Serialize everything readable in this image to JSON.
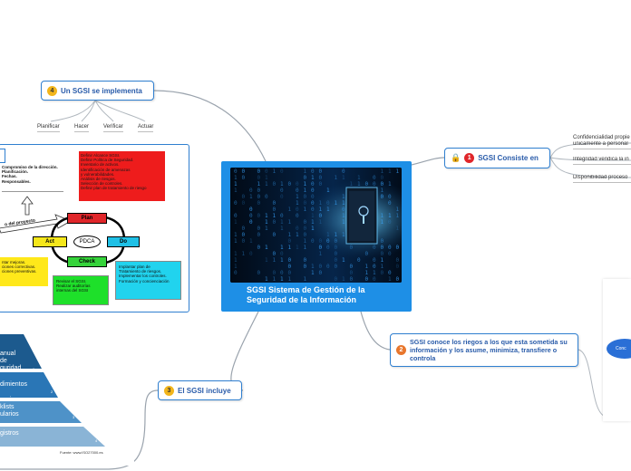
{
  "central": {
    "title": "SGSI Sistema de Gestión de la Seguridad de la Información"
  },
  "topics": {
    "t1": {
      "num": "1",
      "label": "SGSI Consiste en",
      "color": "#e0262a"
    },
    "t2": {
      "num": "2",
      "label": "SGSI conoce los riegos a los que esta sometida su información y los asume, minimiza, transfiere o controla",
      "color": "#e8762c"
    },
    "t3": {
      "num": "3",
      "label": "El SGSI incluye",
      "color": "#f2b51b"
    },
    "t4": {
      "num": "4",
      "label": "Un SGSI se implementa",
      "color": "#f2b51b"
    }
  },
  "t1_items": [
    "Confidencialidad propie",
    "unicamente a personal",
    "Integridad veridica la in",
    "Disponibilidad proceso"
  ],
  "t4_items": [
    "Planificar",
    "Hacer",
    "Verificar",
    "Actuar"
  ],
  "pdca": {
    "center": "PDCA",
    "plan": "Plan",
    "do": "Do",
    "check": "Check",
    "act": "Act",
    "proyecto": "o del proyecto",
    "top_left_note": "Compromiso de la dirección.\nPlanificación.\nFechas.\nResponsables.",
    "red_note": "Definir Alcance SGSI.\nDefinir Política de Seguridad.\nInventario de activos.\nIdentificación de amenazas\ny vulnerabilidades.\nAnálisis de riesgos.\nSelección de controles.\nDefinir plan de tratamiento de riesgo",
    "cyan_note": "Implantar plan de\nTratamiento de riesgos.\nImplementar los controles.\nFormación y concienciación",
    "green_note": "Revisar el SGSI.\nRealizar auditorías\ninternas del SGSI",
    "yellow_note": "ntar mejoras.\nciones correctivas.\nciones preventivas."
  },
  "pyramid": {
    "levels": [
      "anual\nde\nguridad",
      "dimientos",
      "ucciones\nklists\nularios",
      "gistros"
    ],
    "level_nums": [
      "1",
      "2",
      "3",
      "4"
    ],
    "source": "Fuente: www.ISO27000.es"
  },
  "right_panel": {
    "label": "Conc"
  },
  "colors": {
    "plan": "#e0262a",
    "do": "#1fc0e6",
    "check": "#35d33a",
    "act": "#f5e71b",
    "red_note": "#ee1c1c",
    "cyan_note": "#21d3ee",
    "green_note": "#1ee02a",
    "yellow_note": "#ffe81a",
    "pyr1": "#1c5a8e",
    "pyr2": "#2a76b6",
    "pyr3": "#4e92c8",
    "pyr4": "#8ab4d6"
  }
}
